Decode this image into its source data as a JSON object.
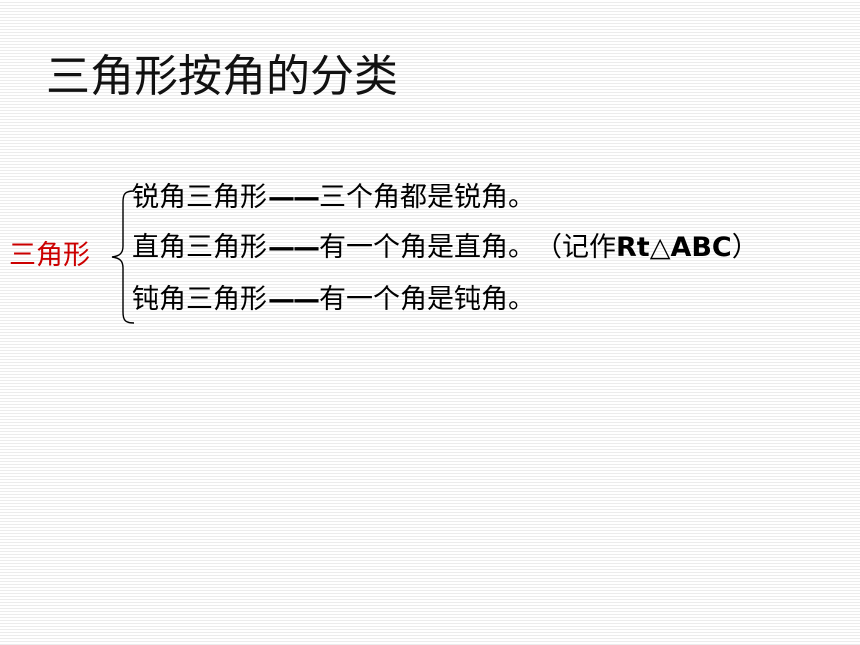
{
  "slide": {
    "title": "三角形按角的分类",
    "category": {
      "label": "三角形",
      "color": "#cc0000"
    },
    "rows": [
      {
        "term": "锐角三角形",
        "dash": "——",
        "definition": "三个角都是锐角。"
      },
      {
        "term": "直角三角形",
        "dash": "——",
        "definition": "有一个角是直角。",
        "note_prefix": "（记作",
        "note_symbol": "Rt△ABC",
        "note_suffix": "）"
      },
      {
        "term": "钝角三角形",
        "dash": "——",
        "definition": "有一个角是钝角。"
      }
    ]
  }
}
